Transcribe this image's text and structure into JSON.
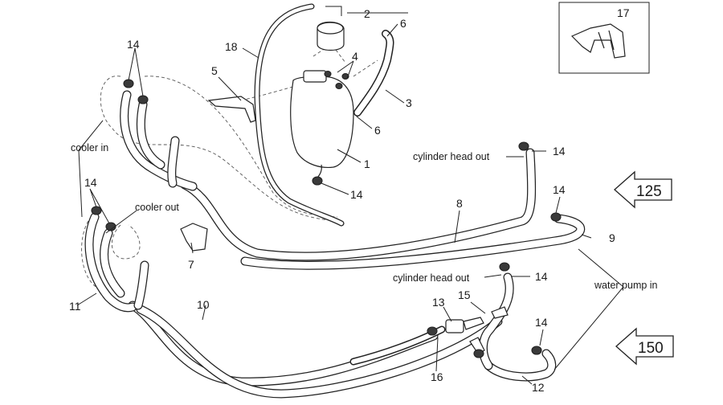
{
  "callouts": {
    "c1": "1",
    "c2": "2",
    "c3": "3",
    "c4": "4",
    "c5": "5",
    "c6a": "6",
    "c6b": "6",
    "c7": "7",
    "c8": "8",
    "c9": "9",
    "c10": "10",
    "c11": "11",
    "c12": "12",
    "c13": "13",
    "c14a": "14",
    "c14b": "14",
    "c14c": "14",
    "c14d": "14",
    "c14e": "14",
    "c14f": "14",
    "c14g": "14",
    "c15": "15",
    "c16": "16",
    "c17": "17",
    "c18": "18"
  },
  "labels": {
    "cooler_in": "cooler in",
    "cooler_out": "cooler out",
    "cylinder_head_out_1": "cylinder head out",
    "cylinder_head_out_2": "cylinder head out",
    "water_pump_in": "water pump in"
  },
  "arrows": {
    "arrow_125": "125",
    "arrow_150": "150"
  }
}
